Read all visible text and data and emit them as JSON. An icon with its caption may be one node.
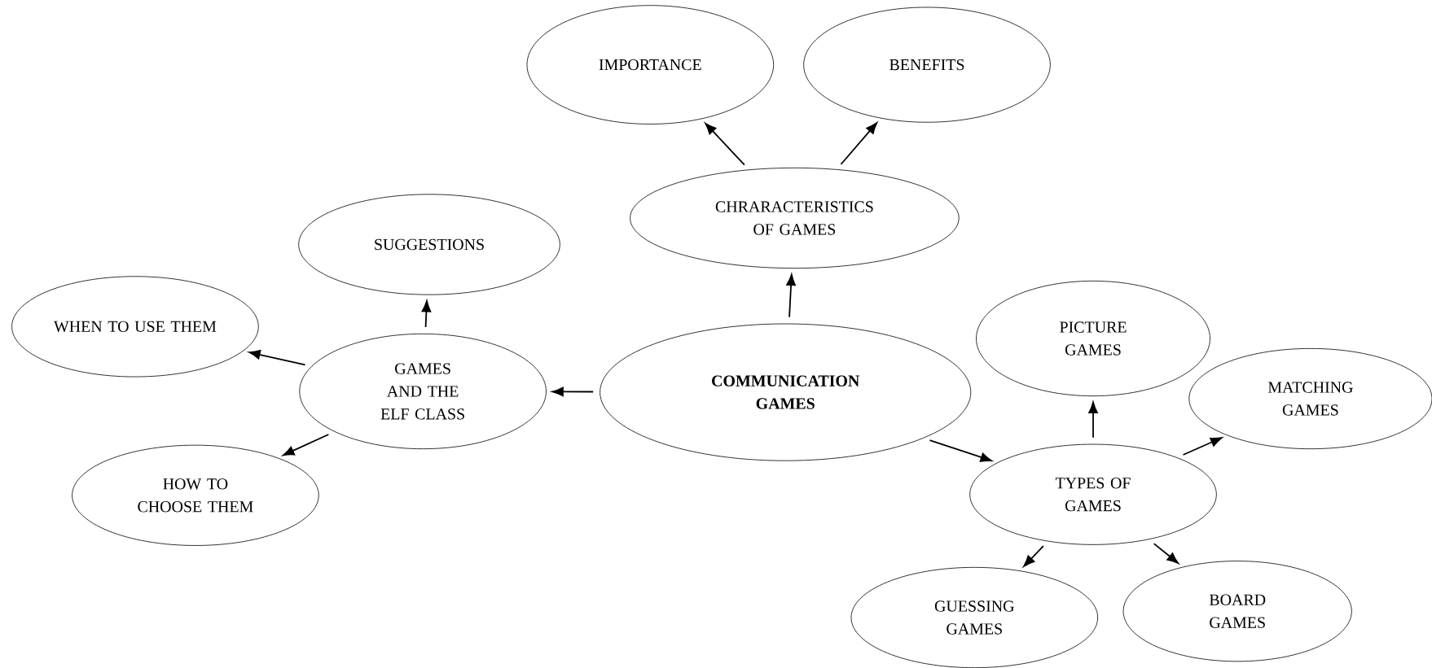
{
  "diagram": {
    "nodes": [
      {
        "text": [
          "COMMUNICATION GAMES"
        ]
      },
      {
        "text": [
          "CHRARACTERISTICS OF GAMES"
        ]
      },
      {
        "text": [
          "IMPORTANCE"
        ]
      },
      {
        "text": [
          "BENEFITS"
        ]
      },
      {
        "text": [
          "GAMES AND THE ELF CLASS"
        ]
      },
      {
        "text": [
          "SUGGESTIONS"
        ]
      },
      {
        "text": [
          "WHEN TO USE THEM"
        ]
      },
      {
        "text": [
          "HOW TO CHOOSE THEM"
        ]
      },
      {
        "text": [
          "TYPES OF GAMES"
        ]
      },
      {
        "text": [
          "PICTURE GAMES"
        ]
      },
      {
        "text": [
          "MATCHING GAMES"
        ]
      },
      {
        "text": [
          "GUESSING GAMES"
        ]
      },
      {
        "text": [
          "BOARD GAMES"
        ]
      }
    ],
    "edges": [
      {
        "from": 0,
        "to": 1,
        "arrow": "to"
      },
      {
        "from": 1,
        "to": 2,
        "arrow": "to"
      },
      {
        "from": 1,
        "to": 3,
        "arrow": "to"
      },
      {
        "from": 0,
        "to": 4,
        "arrow": "to"
      },
      {
        "from": 4,
        "to": 5,
        "arrow": "to"
      },
      {
        "from": 4,
        "to": 6,
        "arrow": "to"
      },
      {
        "from": 4,
        "to": 7,
        "arrow": "to"
      },
      {
        "from": 0,
        "to": 8,
        "arrow": "to"
      },
      {
        "from": 8,
        "to": 9,
        "arrow": "to"
      },
      {
        "from": 8,
        "to": 10,
        "arrow": "to"
      },
      {
        "from": 8,
        "to": 11,
        "arrow": "to"
      },
      {
        "from": 8,
        "to": 12,
        "arrow": "to"
      }
    ]
  }
}
